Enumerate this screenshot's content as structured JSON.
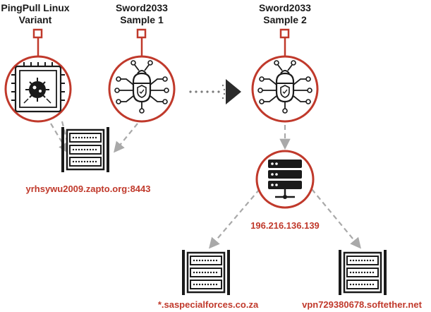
{
  "nodes": {
    "pingpull": {
      "title_line1": "PingPull Linux",
      "title_line2": "Variant"
    },
    "sword_s1": {
      "title_line1": "Sword2033",
      "title_line2": "Sample 1"
    },
    "sword_s2": {
      "title_line1": "Sword2033",
      "title_line2": "Sample 2"
    }
  },
  "servers": {
    "c2_shared": "yrhsywu2009.zapto.org:8443",
    "ip_server": "196.216.136.139",
    "sa_domain": "*.saspecialforces.co.za",
    "vpn_domain": "vpn729380678.softether.net"
  },
  "colors": {
    "accent": "#c0392b",
    "ink": "#1a1a1a",
    "arrow": "#a9a9a9"
  }
}
